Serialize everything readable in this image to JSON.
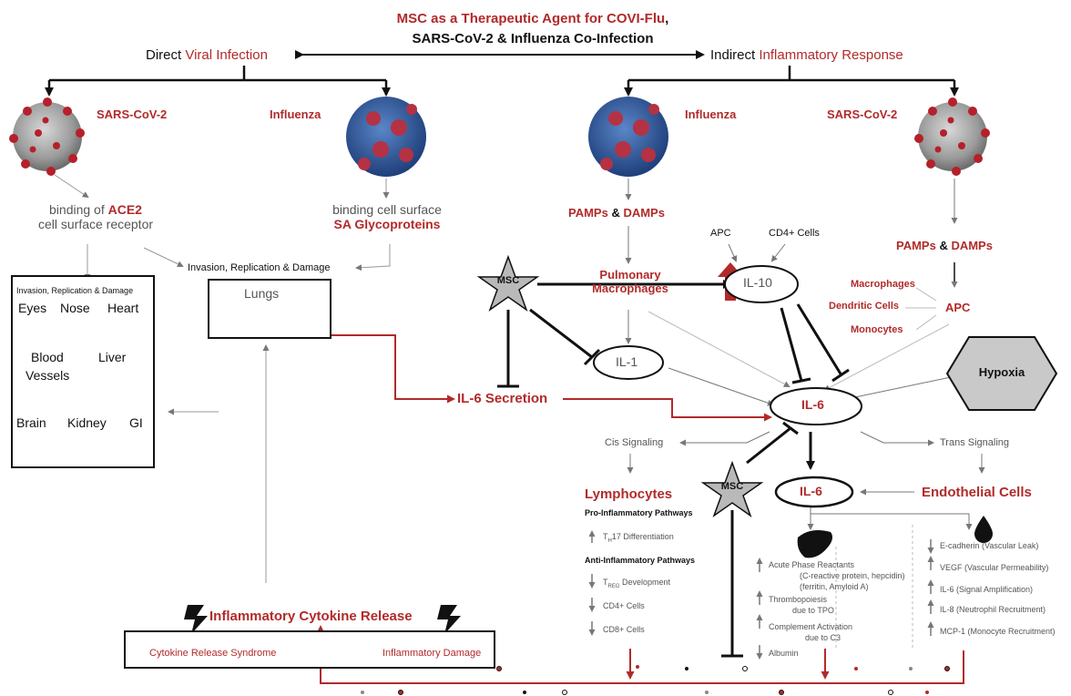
{
  "title": {
    "line1a": "MSC as a Therapeutic Agent for COVI-Flu",
    "line1b": ",",
    "line2": "SARS-CoV-2 & Influenza Co-Infection"
  },
  "left_branch": {
    "prefix": "Direct ",
    "highlight": "Viral Infection"
  },
  "right_branch": {
    "prefix": "Indirect ",
    "highlight": "Inflammatory Response"
  },
  "virus_labels": {
    "sars_left": "SARS-CoV-2",
    "influenza_left": "Influenza",
    "influenza_right": "Influenza",
    "sars_right": "SARS-CoV-2"
  },
  "ace2": {
    "line1_prefix": "binding of ",
    "line1_hl": "ACE2",
    "line2": "cell surface receptor"
  },
  "sa": {
    "line1": "binding cell surface",
    "line2": "SA Glycoproteins"
  },
  "invasion_label": "Invasion, Replication & Damage",
  "lungs_label": "Lungs",
  "organ_box": {
    "title": "Invasion, Replication & Damage",
    "eyes": "Eyes",
    "nose": "Nose",
    "heart": "Heart",
    "blood1": "Blood",
    "blood2": "Vessels",
    "liver": "Liver",
    "brain": "Brain",
    "kidney": "Kidney",
    "gi": "GI"
  },
  "pamps": {
    "p": "PAMPs",
    "amp": " & ",
    "d": "DAMPs"
  },
  "pulmonary": {
    "line1": "Pulmonary",
    "line2": "Macrophages"
  },
  "msc": "MSC",
  "apc_small": "APC",
  "cd4_cells": "CD4+ Cells",
  "il10": "IL-10",
  "il1": "IL-1",
  "il6": "IL-6",
  "il6_secretion": "IL-6 Secretion",
  "apc_list": {
    "macrophages": "Macrophages",
    "dendritic": "Dendritic Cells",
    "monocytes": "Monocytes",
    "apc": "APC"
  },
  "hypoxia": "Hypoxia",
  "cis": "Cis Signaling",
  "trans": "Trans Signaling",
  "lymphocytes": {
    "title": "Lymphocytes",
    "pro": "Pro-Inflammatory Pathways",
    "th17_pre": "T",
    "th17_sub": "H",
    "th17_post": "17 Differentiation",
    "anti": "Anti-Inflammatory Pathways",
    "treg_pre": "T",
    "treg_sub": "REG",
    "treg_post": " Development",
    "cd4": "CD4+ Cells",
    "cd8": "CD8+ Cells"
  },
  "acute": {
    "line1": "Acute Phase Reactants",
    "line2": "(C-reactive protein, hepcidin)",
    "line3": "(ferritin, Amyloid A)",
    "thrombo1": "Thrombopoiesis",
    "thrombo2": "due to TPO",
    "complement1": "Complement Activation",
    "complement2": "due to C3",
    "albumin": "Albumin"
  },
  "endothelial": {
    "title": "Endothelial Cells",
    "items": [
      "E-cadherin (Vascular Leak)",
      "VEGF (Vascular Permeability)",
      "IL-6 (Signal Amplification)",
      "IL-8 (Neutrophil Recruitment)",
      "MCP-1 (Monocyte Recruitment)"
    ]
  },
  "cytokine_release": "Inflammatory Cytokine Release",
  "crs": "Cytokine Release Syndrome",
  "damage": "Inflammatory Damage",
  "colors": {
    "accent": "#b22a2a",
    "line": "#111111",
    "gray_line": "#aaaaaa",
    "msc_fill": "#b9b9b9"
  }
}
